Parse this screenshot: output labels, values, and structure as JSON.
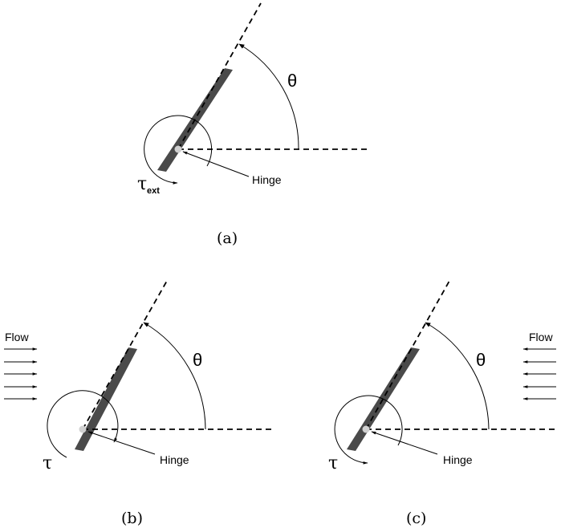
{
  "panels": {
    "a": {
      "caption": "(a)",
      "angle_label": "θ",
      "hinge_label": "Hinge",
      "torque_symbol": "τ",
      "torque_subscript": "ext"
    },
    "b": {
      "caption": "(b)",
      "angle_label": "θ",
      "hinge_label": "Hinge",
      "torque_symbol": "τ",
      "flow_label": "Flow"
    },
    "c": {
      "caption": "(c)",
      "angle_label": "θ",
      "hinge_label": "Hinge",
      "torque_symbol": "τ",
      "flow_label": "Flow"
    }
  },
  "colors": {
    "plate": "#4a4a4a",
    "hinge_pin": "#d0d0d0",
    "line": "#000000"
  }
}
